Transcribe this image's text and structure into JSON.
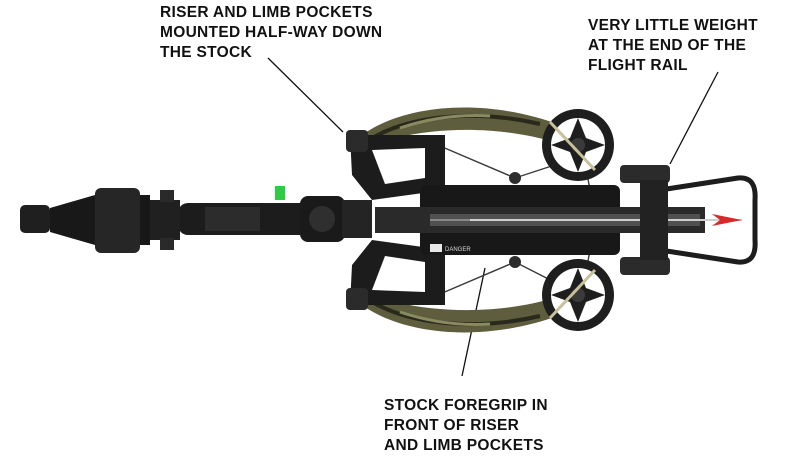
{
  "callouts": {
    "riser": [
      "RISER AND LIMB POCKETS",
      "MOUNTED HALF-WAY DOWN",
      "THE STOCK"
    ],
    "weight": [
      "VERY LITTLE WEIGHT",
      "AT THE END OF THE",
      "FLIGHT RAIL"
    ],
    "foregrip": [
      "STOCK FOREGRIP IN",
      "FRONT OF RISER",
      "AND LIMB POCKETS"
    ]
  },
  "label_text": {
    "danger": "DANGER"
  },
  "colors": {
    "text": "#111111",
    "body": "#1b1b1b",
    "camo_green": "#6b6a45",
    "string": "#3a3a3a",
    "arrow_fletch": "#d62a2a",
    "level_bubble": "#2ecc40"
  }
}
